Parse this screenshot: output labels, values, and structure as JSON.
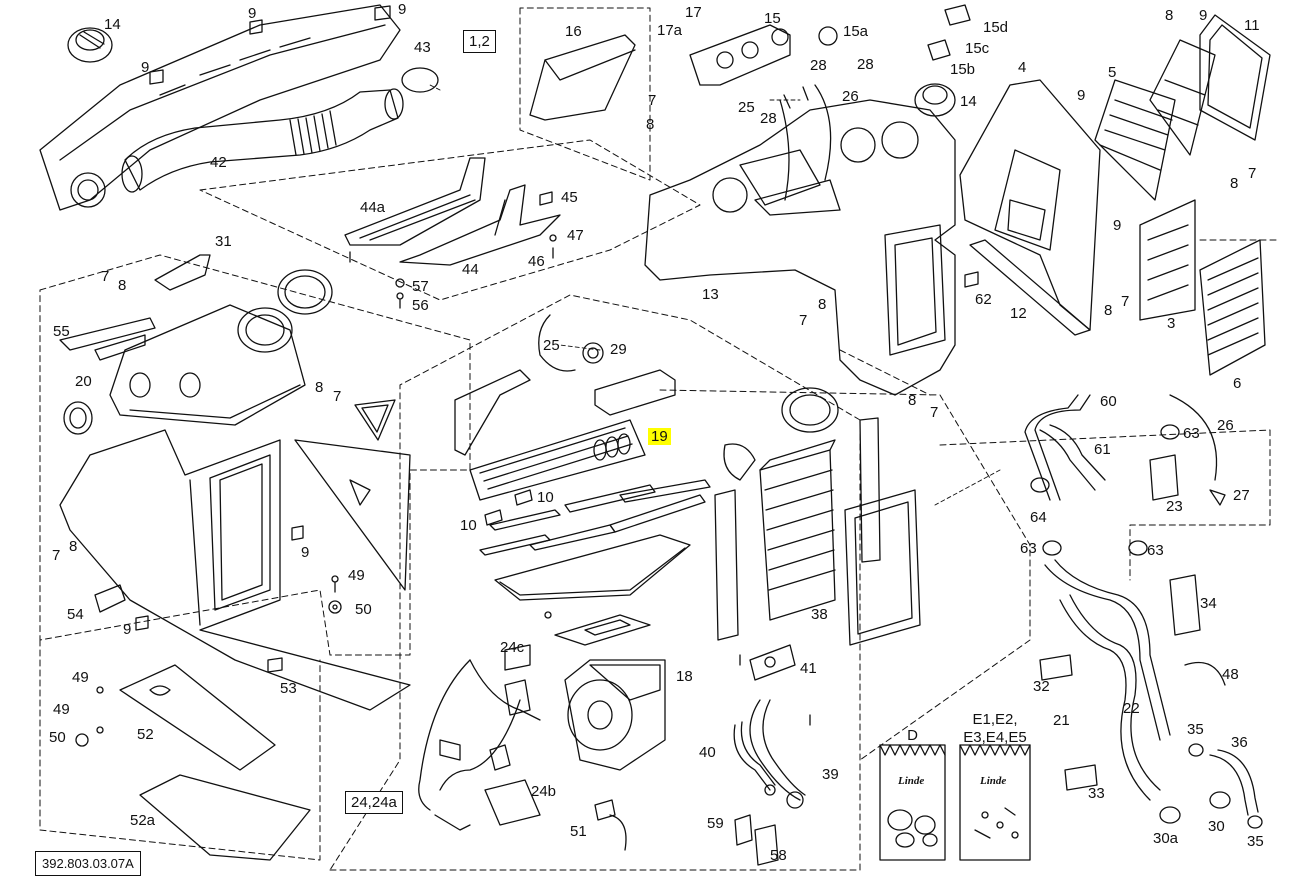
{
  "drawing_number": "392.803.03.07A",
  "kits": [
    {
      "title": "D",
      "brand": "Linde"
    },
    {
      "title": "E1,E2, E3,E4,E5",
      "brand": "Linde"
    }
  ],
  "callouts": [
    {
      "id": "c14a",
      "text": "14"
    },
    {
      "id": "c9a",
      "text": "9"
    },
    {
      "id": "c9b",
      "text": "9"
    },
    {
      "id": "c9c",
      "text": "9"
    },
    {
      "id": "c43",
      "text": "43"
    },
    {
      "id": "c12box",
      "text": "1,2"
    },
    {
      "id": "c16",
      "text": "16"
    },
    {
      "id": "c17",
      "text": "17"
    },
    {
      "id": "c17a",
      "text": "17a"
    },
    {
      "id": "c15",
      "text": "15"
    },
    {
      "id": "c15a",
      "text": "15a"
    },
    {
      "id": "c15d",
      "text": "15d"
    },
    {
      "id": "c15c",
      "text": "15c"
    },
    {
      "id": "c15b",
      "text": "15b"
    },
    {
      "id": "c8a",
      "text": "8"
    },
    {
      "id": "c9d",
      "text": "9"
    },
    {
      "id": "c11",
      "text": "11"
    },
    {
      "id": "c4",
      "text": "4"
    },
    {
      "id": "c5",
      "text": "5"
    },
    {
      "id": "c28a",
      "text": "28"
    },
    {
      "id": "c28b",
      "text": "28"
    },
    {
      "id": "c7a",
      "text": "7"
    },
    {
      "id": "c8b",
      "text": "8"
    },
    {
      "id": "c25a",
      "text": "25"
    },
    {
      "id": "c26a",
      "text": "26"
    },
    {
      "id": "c28c",
      "text": "28"
    },
    {
      "id": "c14b",
      "text": "14"
    },
    {
      "id": "c9e",
      "text": "9"
    },
    {
      "id": "c8c",
      "text": "8"
    },
    {
      "id": "c7b",
      "text": "7"
    },
    {
      "id": "c42",
      "text": "42"
    },
    {
      "id": "c45",
      "text": "45"
    },
    {
      "id": "c44a",
      "text": "44a"
    },
    {
      "id": "c47",
      "text": "47"
    },
    {
      "id": "c46",
      "text": "46"
    },
    {
      "id": "c44",
      "text": "44"
    },
    {
      "id": "c31",
      "text": "31"
    },
    {
      "id": "c9f",
      "text": "9"
    },
    {
      "id": "c7c",
      "text": "7"
    },
    {
      "id": "c8d",
      "text": "8"
    },
    {
      "id": "c57",
      "text": "57"
    },
    {
      "id": "c56",
      "text": "56"
    },
    {
      "id": "c13",
      "text": "13"
    },
    {
      "id": "c62",
      "text": "62"
    },
    {
      "id": "c12",
      "text": "12"
    },
    {
      "id": "c8e",
      "text": "8"
    },
    {
      "id": "c7d",
      "text": "7"
    },
    {
      "id": "c3",
      "text": "3"
    },
    {
      "id": "c6",
      "text": "6"
    },
    {
      "id": "c8f",
      "text": "8"
    },
    {
      "id": "c7e",
      "text": "7"
    },
    {
      "id": "c55",
      "text": "55"
    },
    {
      "id": "c20",
      "text": "20"
    },
    {
      "id": "c8g",
      "text": "8"
    },
    {
      "id": "c7f",
      "text": "7"
    },
    {
      "id": "c25b",
      "text": "25"
    },
    {
      "id": "c29",
      "text": "29"
    },
    {
      "id": "c19",
      "text": "19"
    },
    {
      "id": "c10a",
      "text": "10"
    },
    {
      "id": "c10b",
      "text": "10"
    },
    {
      "id": "c8h",
      "text": "8"
    },
    {
      "id": "c7g",
      "text": "7"
    },
    {
      "id": "c60",
      "text": "60"
    },
    {
      "id": "c61",
      "text": "61"
    },
    {
      "id": "c63a",
      "text": "63"
    },
    {
      "id": "c26b",
      "text": "26"
    },
    {
      "id": "c64",
      "text": "64"
    },
    {
      "id": "c23",
      "text": "23"
    },
    {
      "id": "c27",
      "text": "27"
    },
    {
      "id": "c63b",
      "text": "63"
    },
    {
      "id": "c63c",
      "text": "63"
    },
    {
      "id": "c34",
      "text": "34"
    },
    {
      "id": "c7h",
      "text": "7"
    },
    {
      "id": "c8i",
      "text": "8"
    },
    {
      "id": "c9g",
      "text": "9"
    },
    {
      "id": "c49a",
      "text": "49"
    },
    {
      "id": "c50a",
      "text": "50"
    },
    {
      "id": "c54",
      "text": "54"
    },
    {
      "id": "c9h",
      "text": "9"
    },
    {
      "id": "c38",
      "text": "38"
    },
    {
      "id": "c24c",
      "text": "24c"
    },
    {
      "id": "c18",
      "text": "18"
    },
    {
      "id": "c41",
      "text": "41"
    },
    {
      "id": "c48",
      "text": "48"
    },
    {
      "id": "c32",
      "text": "32"
    },
    {
      "id": "c49b",
      "text": "49"
    },
    {
      "id": "c53",
      "text": "53"
    },
    {
      "id": "c49c",
      "text": "49"
    },
    {
      "id": "c52",
      "text": "52"
    },
    {
      "id": "c50b",
      "text": "50"
    },
    {
      "id": "c21",
      "text": "21"
    },
    {
      "id": "c22",
      "text": "22"
    },
    {
      "id": "c35a",
      "text": "35"
    },
    {
      "id": "c36",
      "text": "36"
    },
    {
      "id": "c40",
      "text": "40"
    },
    {
      "id": "c39",
      "text": "39"
    },
    {
      "id": "c33",
      "text": "33"
    },
    {
      "id": "c2424a",
      "text": "24,24a"
    },
    {
      "id": "c24b",
      "text": "24b"
    },
    {
      "id": "c52a",
      "text": "52a"
    },
    {
      "id": "c51",
      "text": "51"
    },
    {
      "id": "c59",
      "text": "59"
    },
    {
      "id": "c58",
      "text": "58"
    },
    {
      "id": "c30",
      "text": "30"
    },
    {
      "id": "c30a",
      "text": "30a"
    },
    {
      "id": "c35b",
      "text": "35"
    }
  ]
}
